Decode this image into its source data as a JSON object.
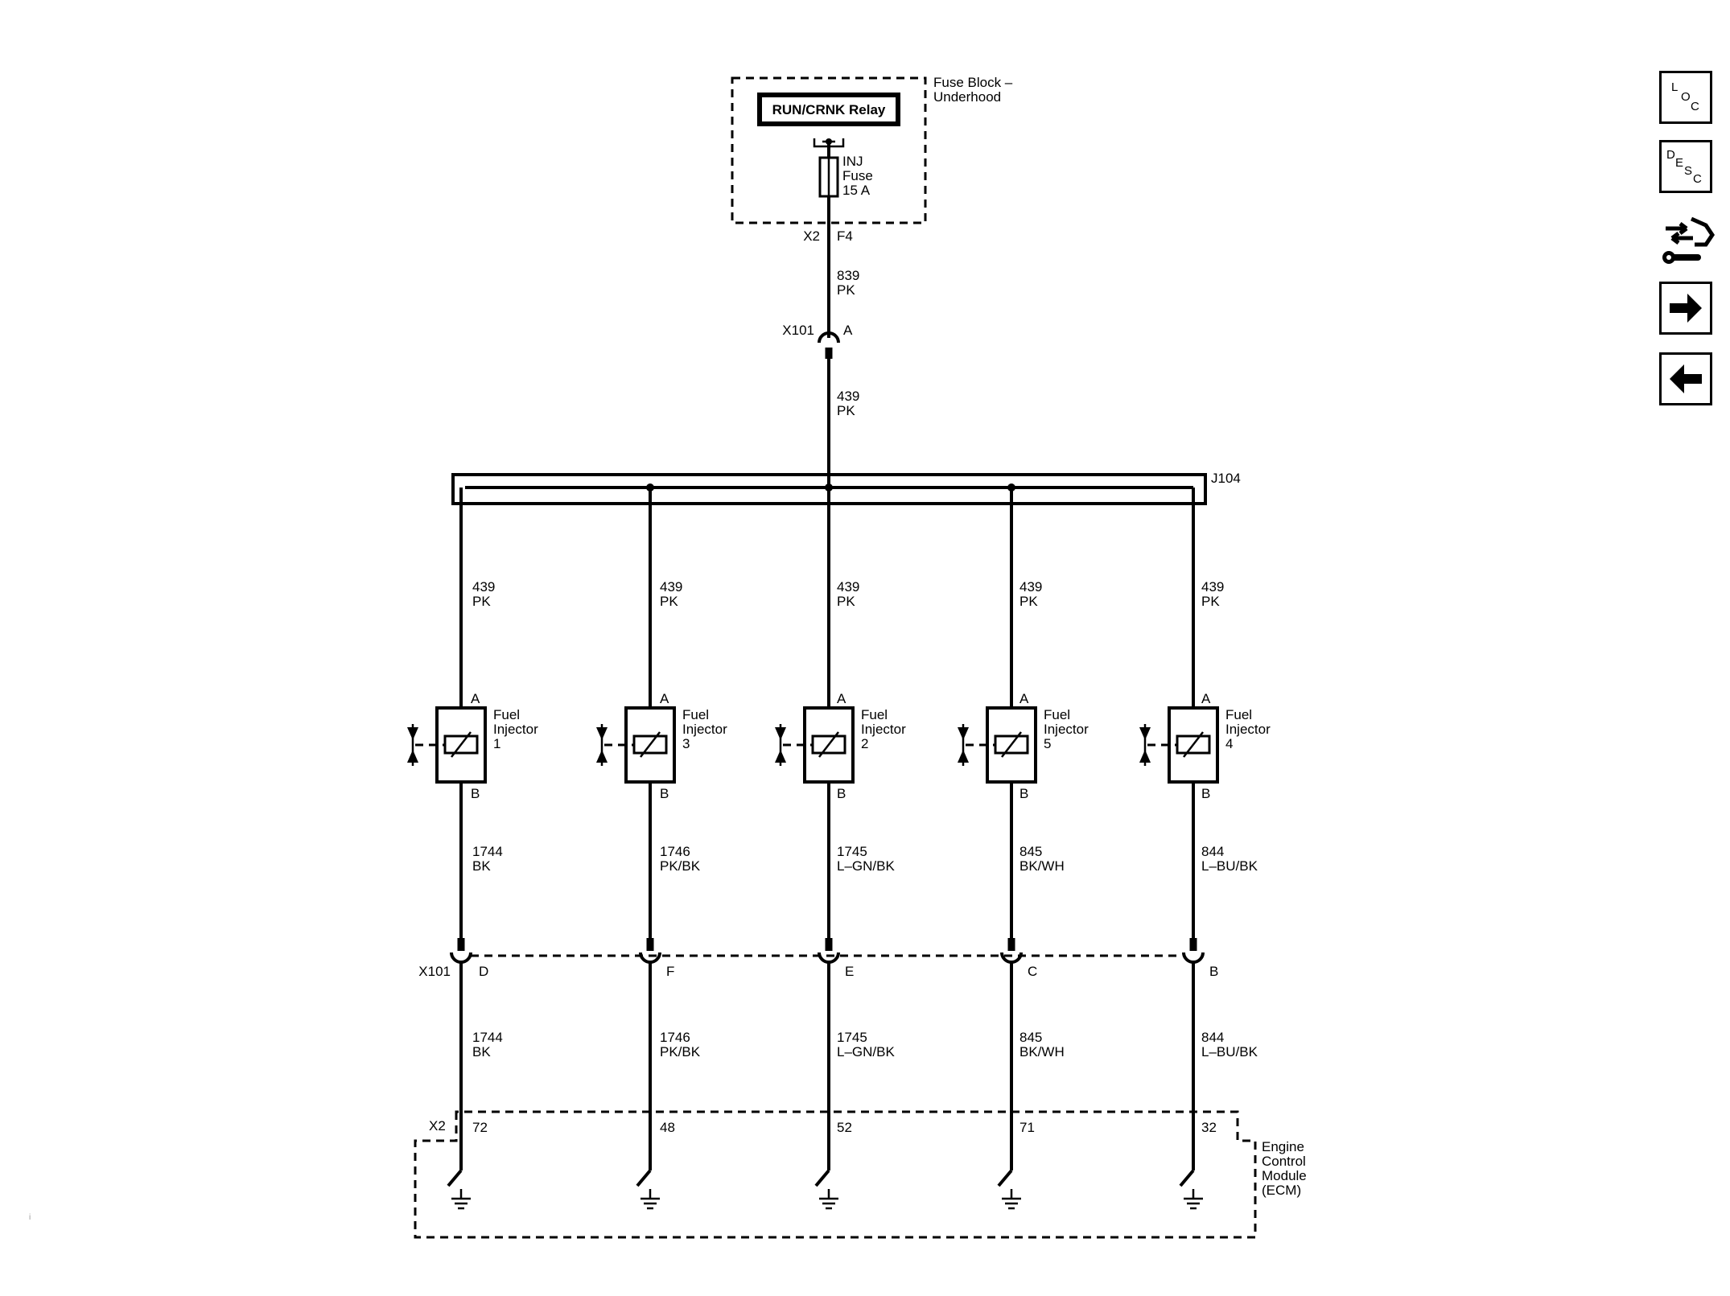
{
  "fuse_block": {
    "label_line1": "Fuse Block –",
    "label_line2": "Underhood",
    "relay": "RUN/CRNK Relay",
    "fuse_line1": "INJ",
    "fuse_line2": "Fuse",
    "fuse_line3": "15 A",
    "conn": "X2",
    "pin": "F4"
  },
  "feed_wire_1": {
    "circuit": "839",
    "color": "PK"
  },
  "inline_conn_top": {
    "name": "X101",
    "pin": "A"
  },
  "feed_wire_2": {
    "circuit": "439",
    "color": "PK"
  },
  "splice": "J104",
  "branches": [
    {
      "top_circuit": "439",
      "top_color": "PK",
      "pin_a": "A",
      "inj1": "Fuel",
      "inj2": "Injector",
      "inj3": "1",
      "pin_b": "B",
      "circuit": "1744",
      "color": "BK",
      "x101_pin": "D",
      "ecm_pin": "72"
    },
    {
      "top_circuit": "439",
      "top_color": "PK",
      "pin_a": "A",
      "inj1": "Fuel",
      "inj2": "Injector",
      "inj3": "3",
      "pin_b": "B",
      "circuit": "1746",
      "color": "PK/BK",
      "x101_pin": "F",
      "ecm_pin": "48"
    },
    {
      "top_circuit": "439",
      "top_color": "PK",
      "pin_a": "A",
      "inj1": "Fuel",
      "inj2": "Injector",
      "inj3": "2",
      "pin_b": "B",
      "circuit": "1745",
      "color": "L–GN/BK",
      "x101_pin": "E",
      "ecm_pin": "52"
    },
    {
      "top_circuit": "439",
      "top_color": "PK",
      "pin_a": "A",
      "inj1": "Fuel",
      "inj2": "Injector",
      "inj3": "5",
      "pin_b": "B",
      "circuit": "845",
      "color": "BK/WH",
      "x101_pin": "C",
      "ecm_pin": "71"
    },
    {
      "top_circuit": "439",
      "top_color": "PK",
      "pin_a": "A",
      "inj1": "Fuel",
      "inj2": "Injector",
      "inj3": "4",
      "pin_b": "B",
      "circuit": "844",
      "color": "L–BU/BK",
      "x101_pin": "B",
      "ecm_pin": "32"
    }
  ],
  "x101_bottom": "X101",
  "ecm": {
    "conn": "X2",
    "line1": "Engine",
    "line2": "Control",
    "line3": "Module",
    "line4": "(ECM)"
  },
  "side_buttons": {
    "loc": {
      "l1": "L",
      "l2": "O",
      "l3": "C"
    },
    "desc": {
      "l1": "D",
      "l2": "E",
      "l3": "S",
      "l4": "C"
    },
    "connector_icon": "connector-wrench-icon",
    "next_icon": "arrow-right-icon",
    "prev_icon": "arrow-left-icon"
  },
  "corner_mark": "i"
}
